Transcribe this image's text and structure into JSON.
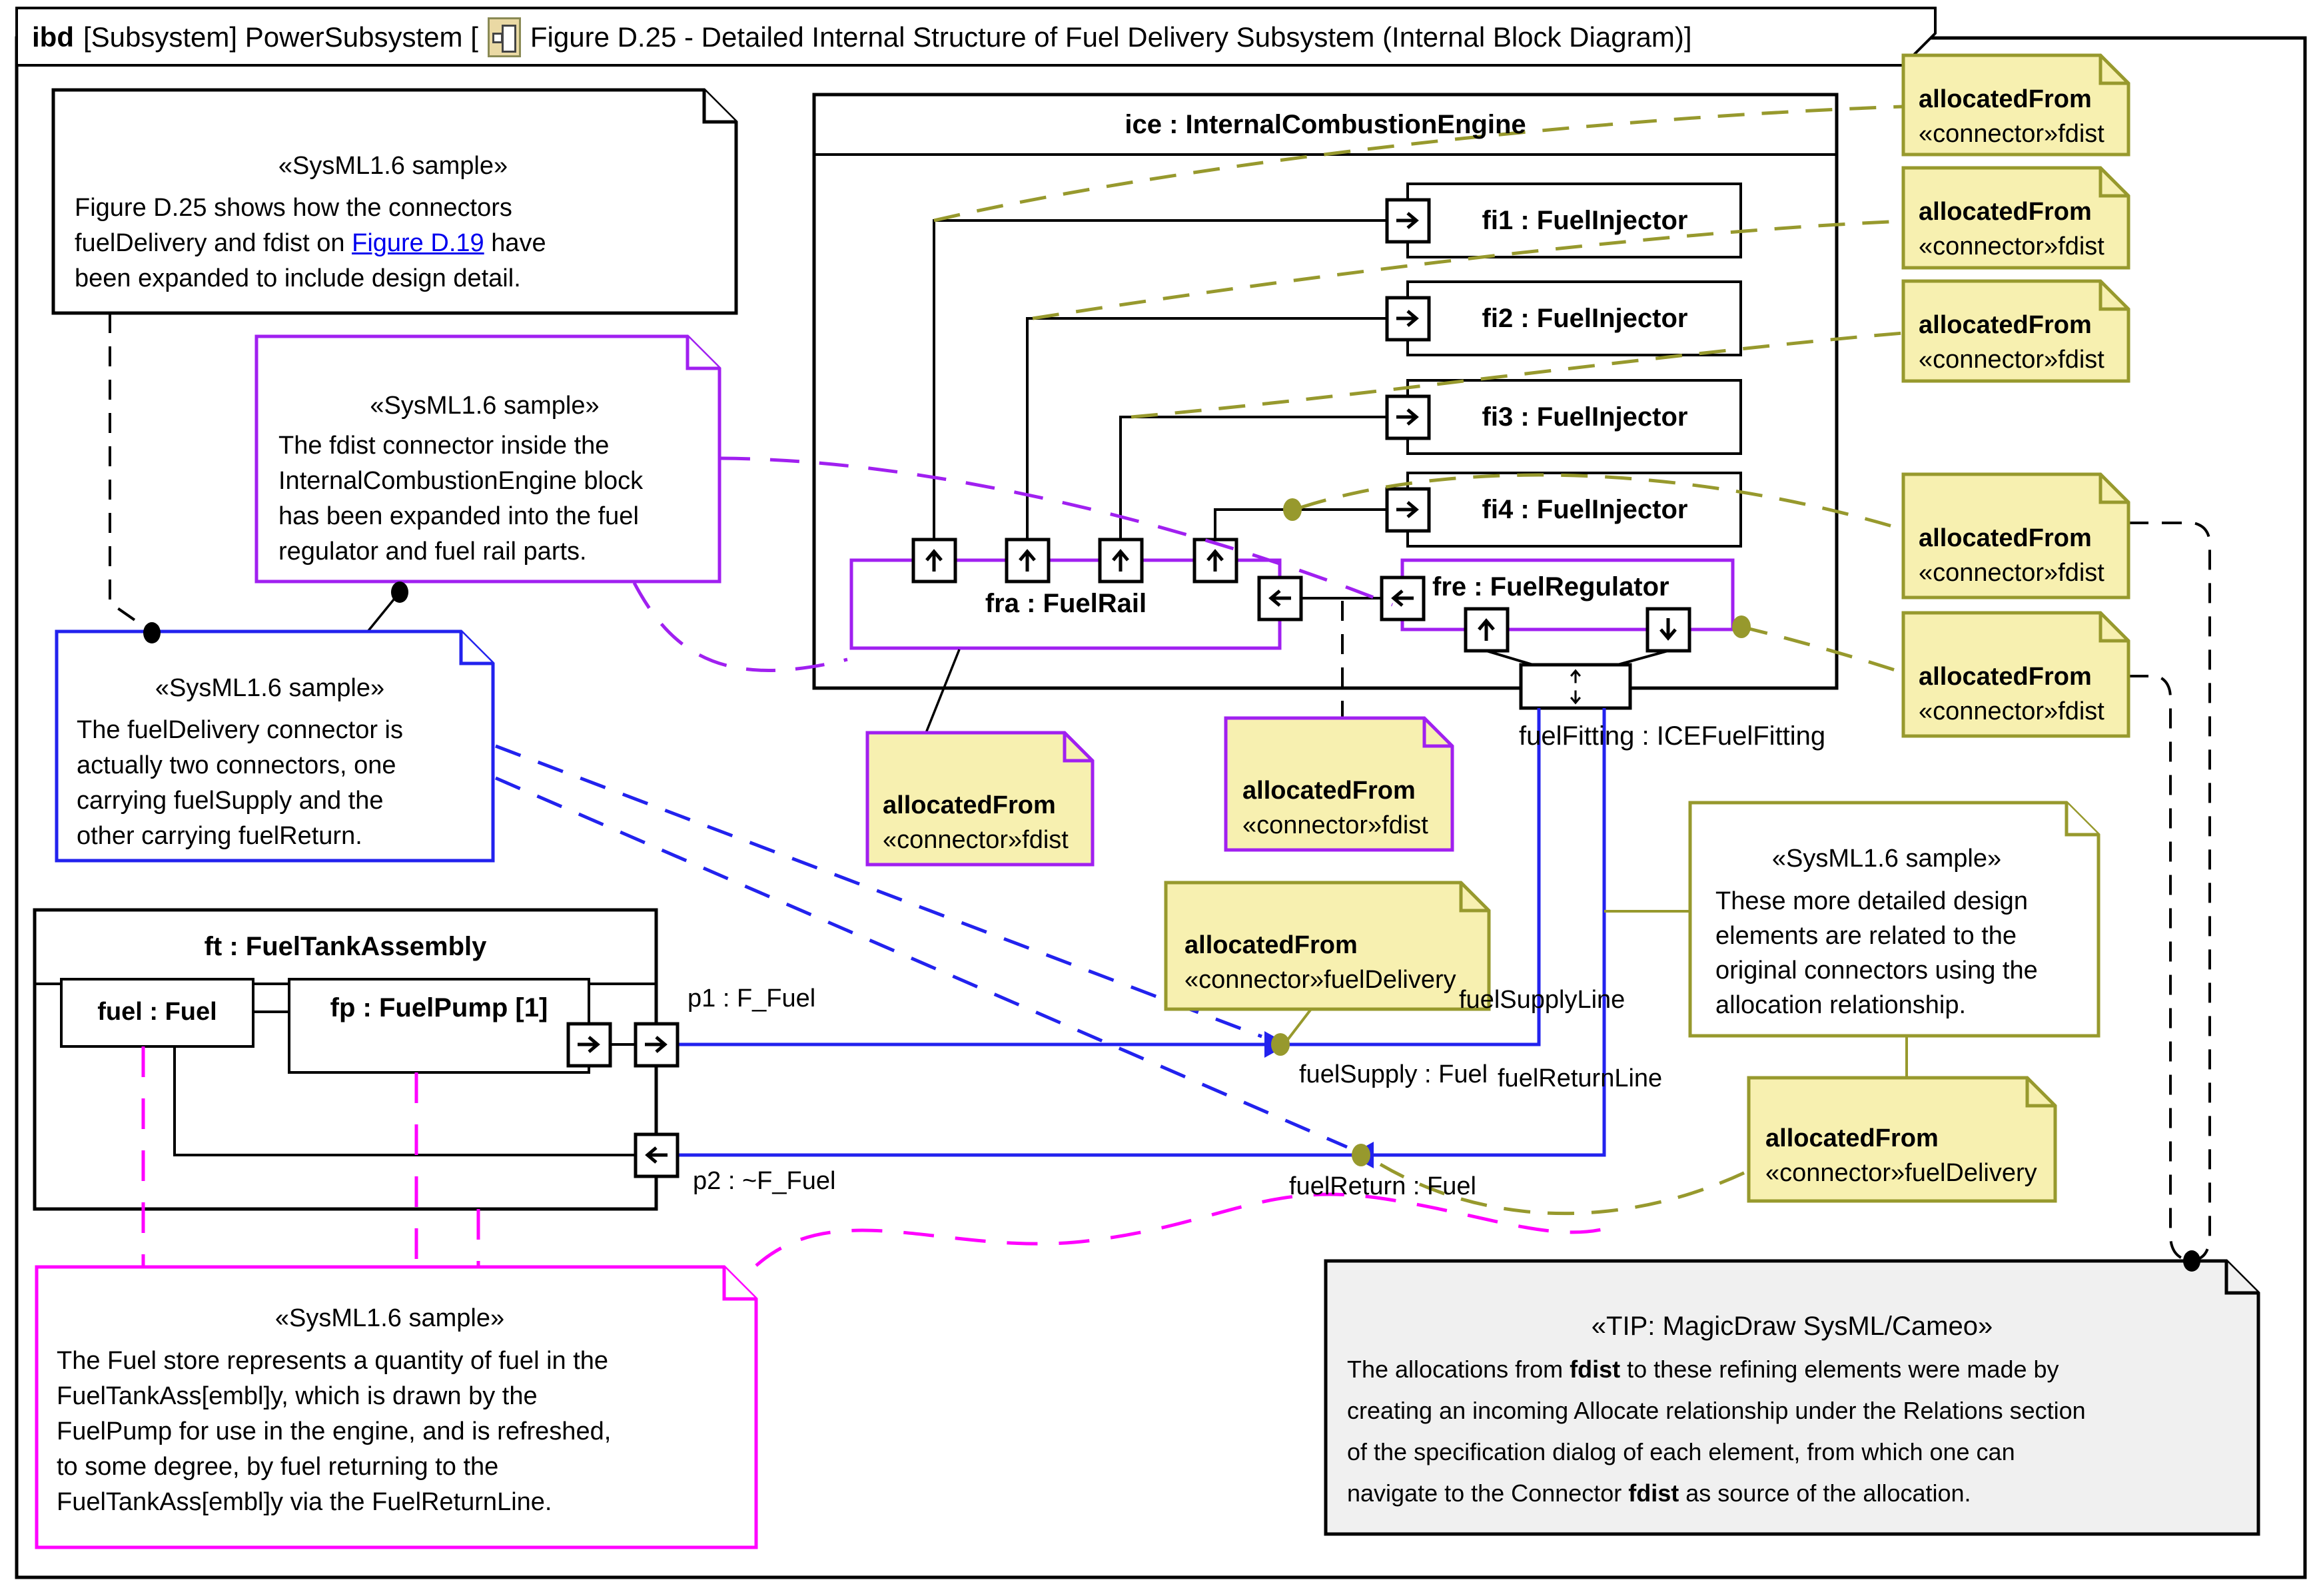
{
  "colors": {
    "purple": "#A020F0",
    "blue": "#2222EE",
    "magenta": "#FF00FF",
    "olive": "#97992D",
    "note_yellow": "#F7F0B0",
    "tip_gray": "#F0F0F0",
    "link_blue": "#0000EE",
    "black": "#000000"
  },
  "title": {
    "keyword": "ibd",
    "context": "[Subsystem] PowerSubsystem [",
    "icon": "diagram-icon",
    "name": "Figure D.25 - Detailed Internal Structure of Fuel Delivery Subsystem (Internal Block Diagram)]"
  },
  "notes": {
    "intro": {
      "stereotype": "«SysML1.6 sample»",
      "line1": "Figure D.25 shows how the connectors",
      "line2a": "fuelDelivery and fdist on ",
      "line2_link": "Figure D.19",
      "line2b": " have",
      "line3": "been expanded to include design detail."
    },
    "fdist_expanded": {
      "stereotype": "«SysML1.6 sample»",
      "lines": [
        "The fdist connector inside the",
        "InternalCombustionEngine block",
        "has been expanded into the fuel",
        "regulator and fuel rail parts."
      ]
    },
    "two_connectors": {
      "stereotype": "«SysML1.6 sample»",
      "lines": [
        "The fuelDelivery connector is",
        "actually two connectors, one",
        "carrying fuelSupply and the",
        "other carrying fuelReturn."
      ]
    },
    "fuel_store": {
      "stereotype": "«SysML1.6 sample»",
      "lines": [
        "The Fuel store represents a quantity of fuel in the",
        "FuelTankAss[embl]y, which is drawn by the",
        "FuelPump for use in the engine, and is refreshed,",
        "to some degree, by fuel returning to the",
        "FuelTankAss[embl]y via the FuelReturnLine."
      ]
    },
    "design": {
      "stereotype": "«SysML1.6 sample»",
      "lines": [
        "These more detailed design",
        "elements are related to the",
        "original connectors using the",
        "allocation relationship."
      ]
    },
    "tip": {
      "stereotype": "«TIP: MagicDraw SysML/Cameo»",
      "line1a": "The allocations from ",
      "line1b": "fdist",
      "line1c": " to these refining elements were made by",
      "line2": "creating an incoming Allocate relationship under the Relations section",
      "line3": "of the specification dialog of each element, from which one can",
      "line4a": "navigate to the Connector ",
      "line4b": "fdist",
      "line4c": " as source of the allocation."
    },
    "alloc_fdist": {
      "label": "allocatedFrom",
      "target": "«connector»fdist"
    },
    "alloc_fueldelivery": {
      "label": "allocatedFrom",
      "target": "«connector»fuelDelivery"
    }
  },
  "blocks": {
    "ice": "ice : InternalCombustionEngine",
    "injectors": [
      "fi1 : FuelInjector",
      "fi2 : FuelInjector",
      "fi3 : FuelInjector",
      "fi4 : FuelInjector"
    ],
    "fra": "fra : FuelRail",
    "fre": "fre : FuelRegulator",
    "fuel_fitting": "fuelFitting : ICEFuelFitting",
    "ft": "ft : FuelTankAssembly",
    "fuel": "fuel : Fuel",
    "fp": "fp : FuelPump [1]"
  },
  "labels": {
    "p1": "p1 : F_Fuel",
    "p2": "p2 : ~F_Fuel",
    "fuel_supply": "fuelSupply : Fuel",
    "fuel_return": "fuelReturn : Fuel",
    "fuel_supply_line": "fuelSupplyLine",
    "fuel_return_line": "fuelReturnLine"
  }
}
